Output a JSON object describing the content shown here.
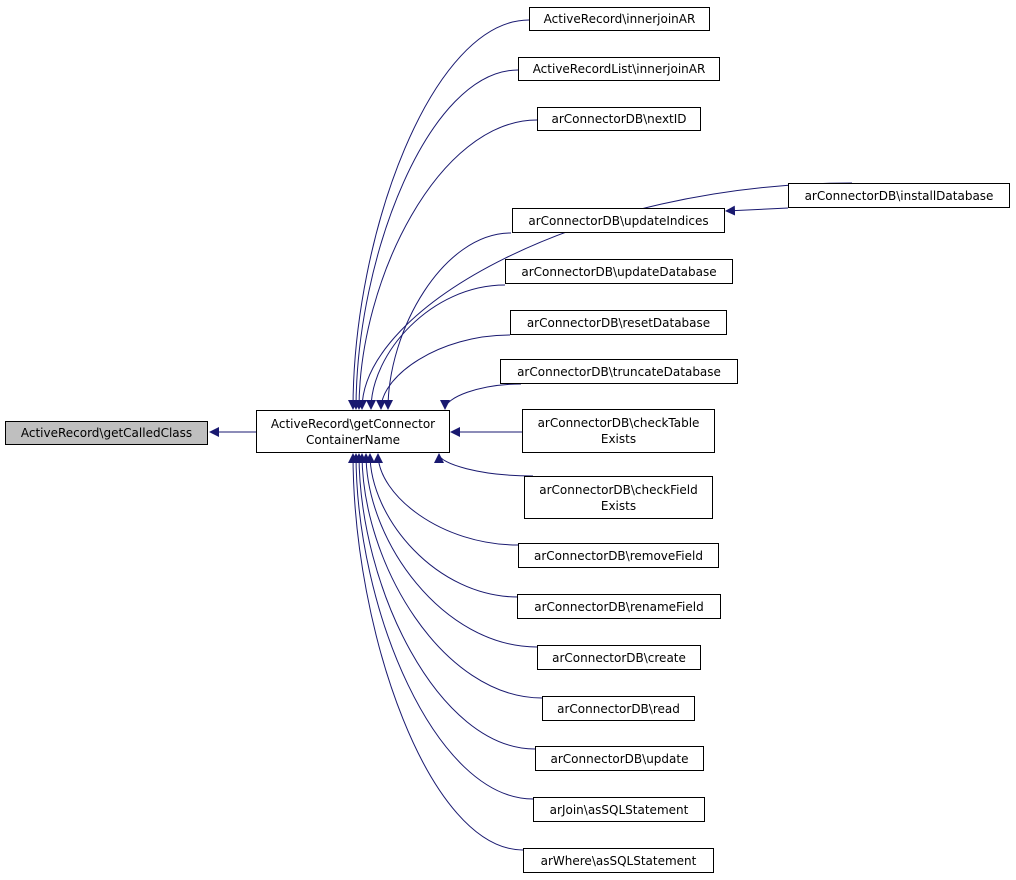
{
  "colors": {
    "edge": "#191970",
    "node_border": "#000000",
    "node_fill": "#ffffff",
    "root_fill": "#bfbfbf"
  },
  "nodes": {
    "root": {
      "lines": [
        "ActiveRecord\\getCalledClass"
      ]
    },
    "hub": {
      "lines": [
        "ActiveRecord\\getConnector",
        "ContainerName"
      ]
    },
    "innerjoin_ar": {
      "lines": [
        "ActiveRecord\\innerjoinAR"
      ]
    },
    "innerjoin_list": {
      "lines": [
        "ActiveRecordList\\innerjoinAR"
      ]
    },
    "next_id": {
      "lines": [
        "arConnectorDB\\nextID"
      ]
    },
    "update_indices": {
      "lines": [
        "arConnectorDB\\updateIndices"
      ]
    },
    "install_database": {
      "lines": [
        "arConnectorDB\\installDatabase"
      ]
    },
    "update_database": {
      "lines": [
        "arConnectorDB\\updateDatabase"
      ]
    },
    "reset_database": {
      "lines": [
        "arConnectorDB\\resetDatabase"
      ]
    },
    "truncate_database": {
      "lines": [
        "arConnectorDB\\truncateDatabase"
      ]
    },
    "check_table_exists": {
      "lines": [
        "arConnectorDB\\checkTable",
        "Exists"
      ]
    },
    "check_field_exists": {
      "lines": [
        "arConnectorDB\\checkField",
        "Exists"
      ]
    },
    "remove_field": {
      "lines": [
        "arConnectorDB\\removeField"
      ]
    },
    "rename_field": {
      "lines": [
        "arConnectorDB\\renameField"
      ]
    },
    "create": {
      "lines": [
        "arConnectorDB\\create"
      ]
    },
    "read": {
      "lines": [
        "arConnectorDB\\read"
      ]
    },
    "update": {
      "lines": [
        "arConnectorDB\\update"
      ]
    },
    "join_sql": {
      "lines": [
        "arJoin\\asSQLStatement"
      ]
    },
    "where_sql": {
      "lines": [
        "arWhere\\asSQLStatement"
      ]
    }
  },
  "edges": [
    {
      "from": "hub",
      "to": "root"
    },
    {
      "from": "innerjoin_ar",
      "to": "hub"
    },
    {
      "from": "innerjoin_list",
      "to": "hub"
    },
    {
      "from": "next_id",
      "to": "hub"
    },
    {
      "from": "install_database",
      "to": "hub"
    },
    {
      "from": "install_database",
      "to": "update_indices"
    },
    {
      "from": "update_indices",
      "to": "hub"
    },
    {
      "from": "update_database",
      "to": "hub"
    },
    {
      "from": "reset_database",
      "to": "hub"
    },
    {
      "from": "truncate_database",
      "to": "hub"
    },
    {
      "from": "check_table_exists",
      "to": "hub"
    },
    {
      "from": "check_field_exists",
      "to": "hub"
    },
    {
      "from": "remove_field",
      "to": "hub"
    },
    {
      "from": "rename_field",
      "to": "hub"
    },
    {
      "from": "create",
      "to": "hub"
    },
    {
      "from": "read",
      "to": "hub"
    },
    {
      "from": "update",
      "to": "hub"
    },
    {
      "from": "join_sql",
      "to": "hub"
    },
    {
      "from": "where_sql",
      "to": "hub"
    }
  ]
}
